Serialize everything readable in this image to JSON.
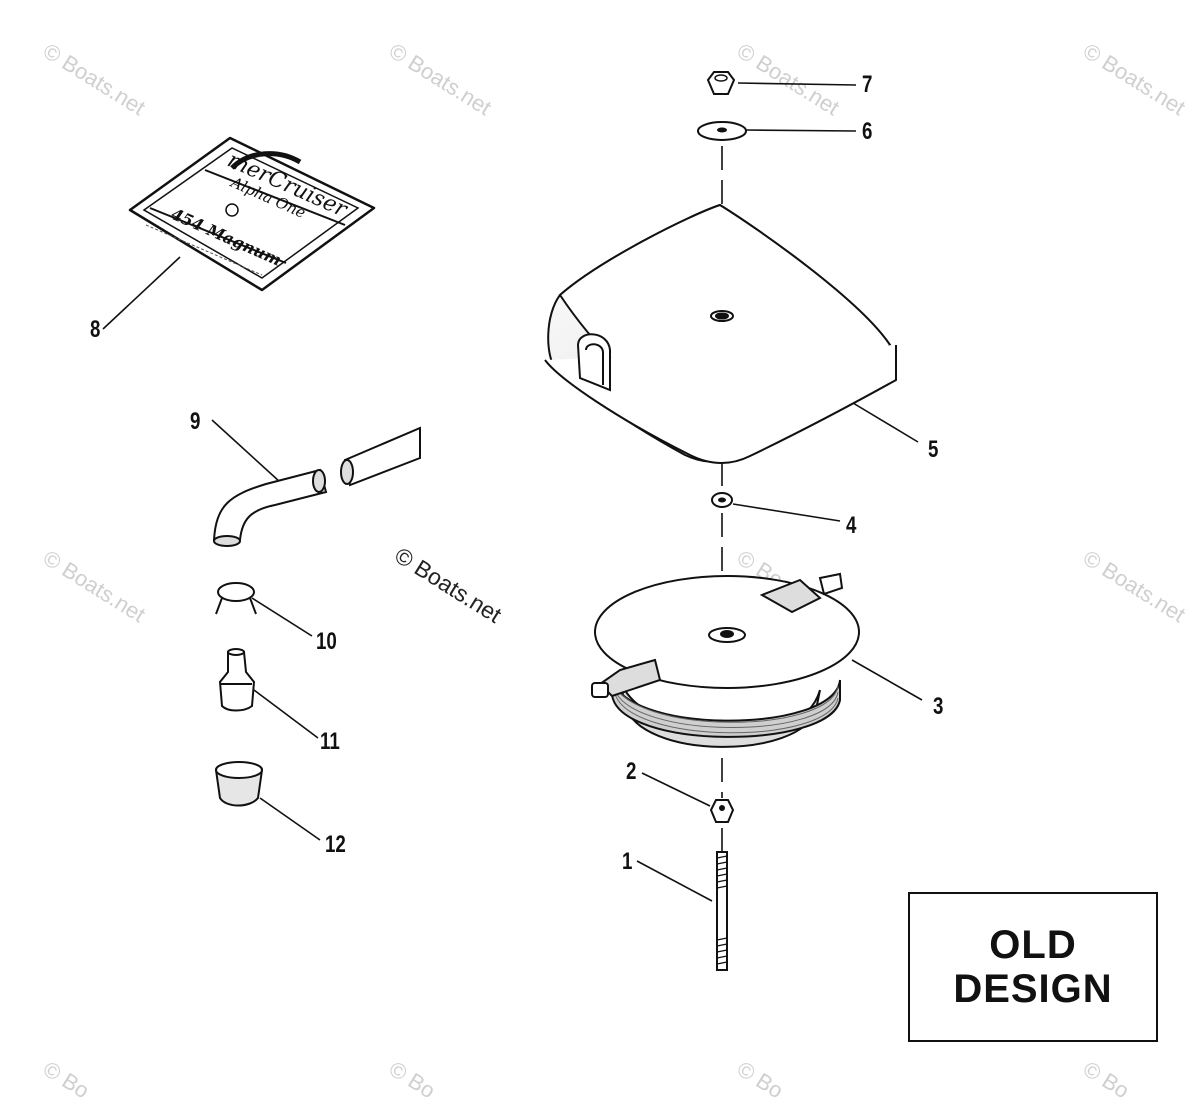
{
  "diagram": {
    "callouts": [
      "1",
      "2",
      "3",
      "4",
      "5",
      "6",
      "7",
      "8",
      "9",
      "10",
      "11",
      "12"
    ],
    "box": {
      "line1": "OLD",
      "line2": "DESIGN"
    },
    "watermark": "© Boats.net",
    "watermark_fragment": "© Bo",
    "plate": {
      "brand": "merCruiser",
      "model": "Alpha One",
      "engine": "454 Magnum"
    }
  }
}
